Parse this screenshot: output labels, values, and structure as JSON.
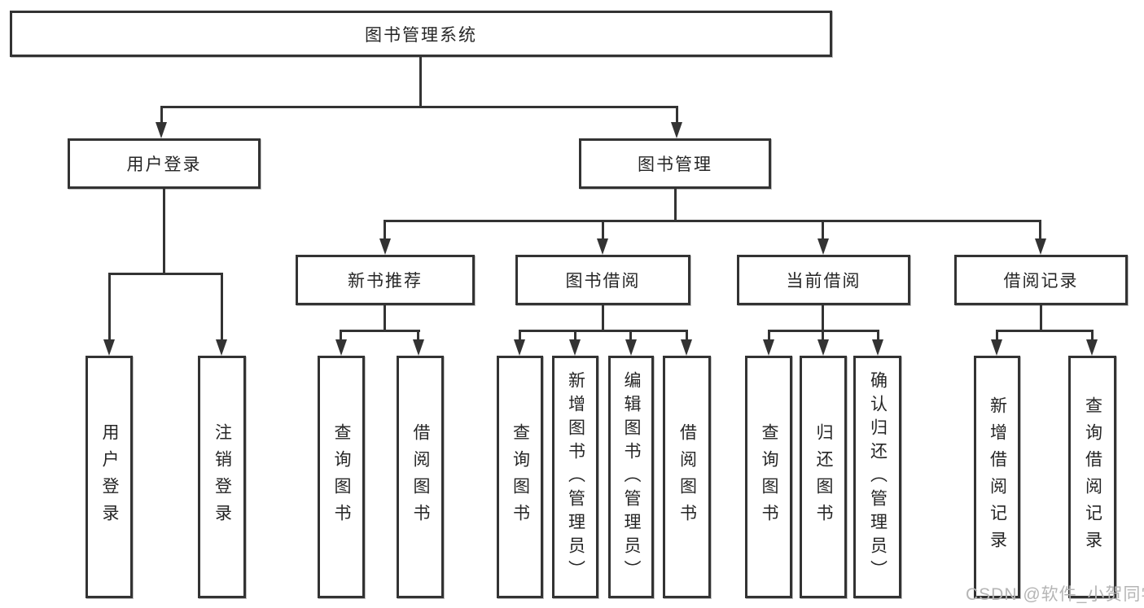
{
  "diagram": {
    "root": {
      "label": "图书管理系统"
    },
    "branches": [
      {
        "label": "用户登录",
        "leaves": [
          "用户登录",
          "注销登录"
        ]
      },
      {
        "label": "图书管理",
        "groups": [
          {
            "label": "新书推荐",
            "leaves": [
              "查询图书",
              "借阅图书"
            ]
          },
          {
            "label": "图书借阅",
            "leaves": [
              "查询图书",
              "新增图书（管理员）",
              "编辑图书（管理员）",
              "借阅图书"
            ]
          },
          {
            "label": "当前借阅",
            "leaves": [
              "查询图书",
              "归还图书",
              "确认归还（管理员）"
            ]
          },
          {
            "label": "借阅记录",
            "leaves": [
              "新增借阅记录",
              "查询借阅记录"
            ]
          }
        ]
      }
    ]
  },
  "watermark": {
    "text": "CSDN @软件_小贺同学"
  },
  "colors": {
    "line": "#333333",
    "text": "#262626",
    "watermark": "#b5b5b5",
    "background": "#ffffff"
  }
}
